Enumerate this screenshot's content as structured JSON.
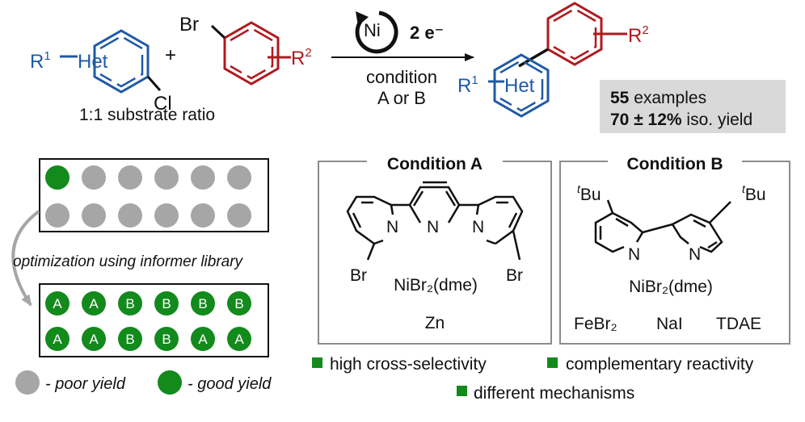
{
  "reaction": {
    "reagent1": {
      "r": "R",
      "r_sup": "1",
      "het": "Het",
      "leaving": "Cl"
    },
    "plus": "+",
    "reagent2": {
      "leaving": "Br",
      "r": "R",
      "r_sup": "2"
    },
    "ratio": "1:1 substrate ratio",
    "catalyst": "Ni",
    "electrons": "2 e⁻",
    "condition_line1": "condition",
    "condition_line2": "A or B",
    "product": {
      "r1": "R",
      "r1_sup": "1",
      "het": "Het",
      "r2": "R",
      "r2_sup": "2"
    },
    "stats": {
      "examples_num": "55",
      "examples_text": " examples",
      "yield_num": "70 ± 12%",
      "yield_text": " iso. yield"
    }
  },
  "informer": {
    "optimization_label": "optimization using informer library",
    "result_rows": [
      [
        "A",
        "A",
        "B",
        "B",
        "B",
        "B"
      ],
      [
        "A",
        "A",
        "B",
        "B",
        "A",
        "A"
      ]
    ],
    "legend_poor": "- poor yield",
    "legend_good": "- good yield"
  },
  "condition_a": {
    "title": "Condition A",
    "n_labels": [
      "N",
      "N",
      "N"
    ],
    "br_left": "Br",
    "br_right": "Br",
    "nickel": "NiBr₂(dme)",
    "reductant": "Zn"
  },
  "condition_b": {
    "title": "Condition B",
    "tbu_sup": "t",
    "tbu_text": "Bu",
    "n_labels": [
      "N",
      "N"
    ],
    "nickel": "NiBr₂(dme)",
    "additives": [
      "FeBr₂",
      "NaI",
      "TDAE"
    ]
  },
  "features": [
    "high cross-selectivity",
    "complementary reactivity",
    "different mechanisms"
  ],
  "colors": {
    "blue": "#1f5aa6",
    "red": "#b0191e",
    "green": "#138a1c",
    "gray": "#a6a6a6",
    "box_gray": "#d9d9d9",
    "frame_gray": "#8c8c8c"
  }
}
